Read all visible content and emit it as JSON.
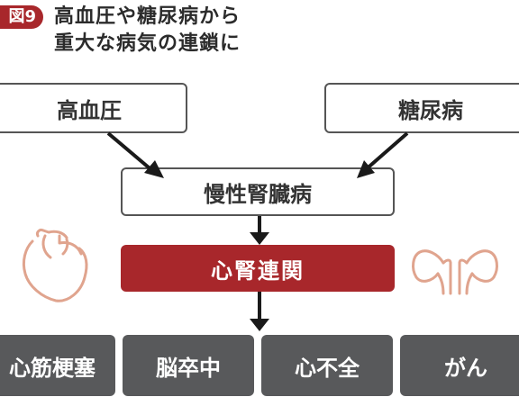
{
  "figure": {
    "badge": "図9",
    "title_lines": [
      "高血圧や糖尿病から",
      "重大な病気の連鎖に"
    ]
  },
  "diagram": {
    "causes": [
      "高血圧",
      "糖尿病"
    ],
    "ckd": "慢性腎臓病",
    "cardiorenal": "心腎連関",
    "outcomes": [
      "心筋梗塞",
      "脳卒中",
      "心不全",
      "がん"
    ]
  },
  "icons": {
    "left": "heart-icon",
    "right": "kidneys-icon",
    "icon_color": "#e0a48e"
  },
  "colors": {
    "accent": "#a8272b",
    "outcome_box": "#58595b",
    "border": "#555555"
  }
}
